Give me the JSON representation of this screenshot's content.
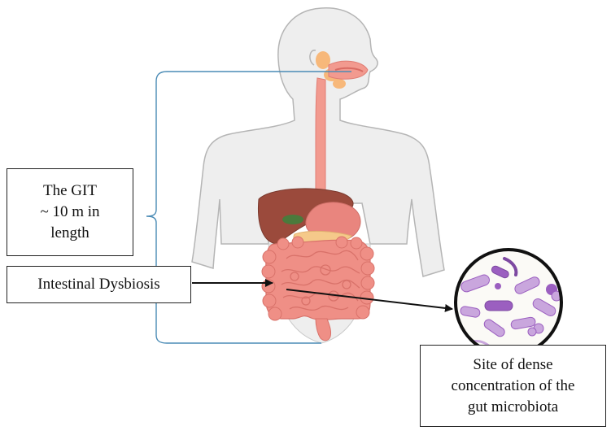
{
  "labels": {
    "git": {
      "lines": [
        "The GIT",
        "~ 10 m in",
        "length"
      ]
    },
    "dysbiosis": "Intestinal Dysbiosis",
    "site": {
      "lines": [
        "Site of dense",
        "concentration of the",
        "gut microbiota"
      ]
    }
  },
  "colors": {
    "body": "#eeeeee",
    "body_outline": "#b5b5b5",
    "bracket": "#4a8bb5",
    "esophagus": "#f29a8f",
    "salivary_gland": "#f7b87a",
    "liver": "#9b4a3c",
    "gallbladder": "#4a7a3c",
    "stomach": "#e9857e",
    "pancreas": "#f5c98a",
    "intestine": "#ef8f86",
    "arrow": "#111111",
    "bacteria_purple": "#c9a6dd",
    "bacteria_dark": "#9b5fc0"
  }
}
